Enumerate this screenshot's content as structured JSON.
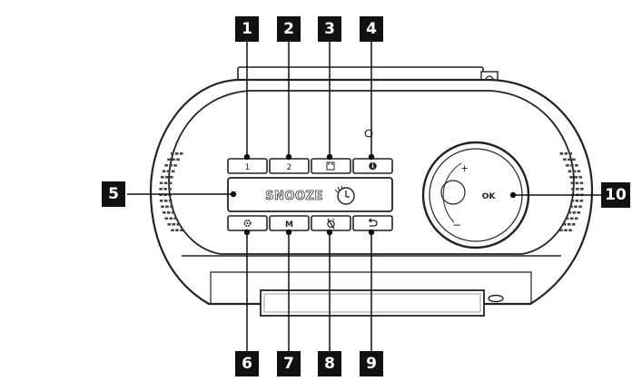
{
  "callouts": {
    "c1": "1",
    "c2": "2",
    "c3": "3",
    "c4": "4",
    "c5": "5",
    "c6": "6",
    "c7": "7",
    "c8": "8",
    "c9": "9",
    "c10": "10"
  },
  "buttons": {
    "preset_1": "1",
    "preset_2": "2",
    "menu": "M",
    "snooze": "SNOOZE"
  },
  "dial": {
    "ok": "OK",
    "plus": "+",
    "minus": "−"
  },
  "colors": {
    "line": "#222222",
    "callout_bg": "#111111",
    "callout_text": "#ffffff"
  }
}
